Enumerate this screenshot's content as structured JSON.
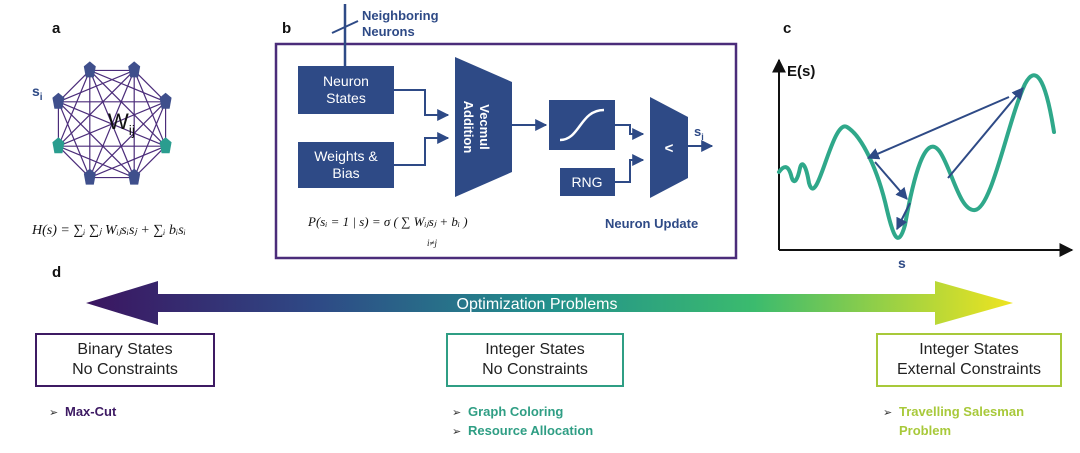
{
  "panels": {
    "a": {
      "letter": "a",
      "node_label": "s",
      "node_label_sub": "i",
      "center_label": "W",
      "center_label_sub": "ij",
      "hamiltonian": "H(s) = ∑ᵢ ∑ⱼ Wᵢⱼsᵢsⱼ + ∑ᵢ bᵢsᵢ"
    },
    "b": {
      "letter": "b",
      "input_label_1": "Neighboring",
      "input_label_2": "Neurons",
      "neuron_states_1": "Neuron",
      "neuron_states_2": "States",
      "weights_1": "Weights &",
      "weights_2": "Bias",
      "adder_1": "Vecmul",
      "adder_2": "Addition",
      "rng": "RNG",
      "comparator": "<",
      "output": "s",
      "output_sub": "i",
      "update_eq": "P(sᵢ = 1 | s) = σ ( ∑ Wᵢⱼsⱼ + bᵢ )",
      "update_eq_sub": "i≠j",
      "footer": "Neuron Update"
    },
    "c": {
      "letter": "c",
      "ylabel": "E(s)",
      "xlabel": "s"
    },
    "d": {
      "letter": "d",
      "arrow_label": "Optimization Problems",
      "categories": [
        {
          "line1": "Binary States",
          "line2": "No Constraints",
          "color": "#3d1a63",
          "items": [
            "Max-Cut"
          ]
        },
        {
          "line1": "Integer States",
          "line2": "No Constraints",
          "color": "#2f9e84",
          "items": [
            "Graph Coloring",
            "Resource Allocation"
          ]
        },
        {
          "line1": "Integer States",
          "line2": "External Constraints",
          "color": "#a8c93a",
          "items": [
            "Travelling Salesman",
            "Problem"
          ]
        }
      ]
    }
  },
  "colors": {
    "navy": "#2e4a86",
    "purple": "#4b2c7a",
    "teal": "#2fa88a",
    "node_blue": "#3f4f8c",
    "node_teal": "#2a9d8f"
  }
}
